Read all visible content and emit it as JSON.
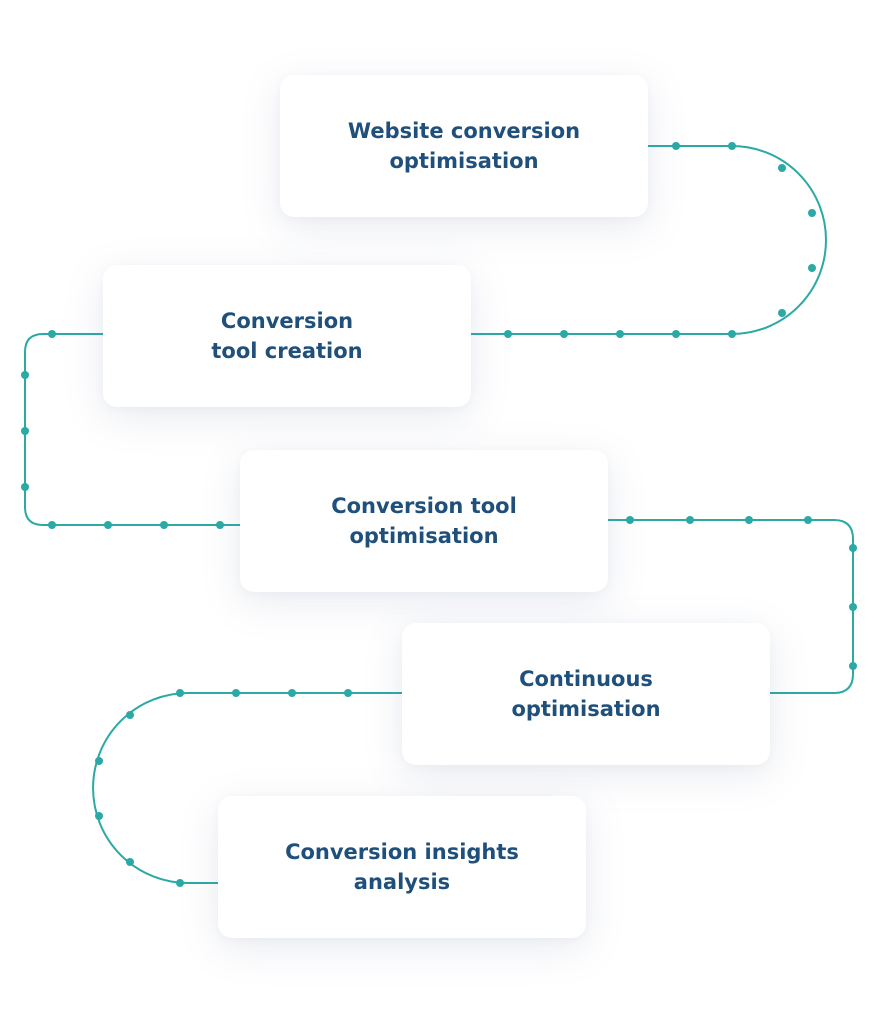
{
  "colors": {
    "connector": "#2aa9a5",
    "card_text": "#1f4f7b",
    "card_background": "#ffffff"
  },
  "steps": [
    {
      "label": "Website conversion\noptimisation"
    },
    {
      "label": "Conversion\ntool creation"
    },
    {
      "label": "Conversion tool\noptimisation"
    },
    {
      "label": "Continuous\noptimisation"
    },
    {
      "label": "Conversion insights\nanalysis"
    }
  ]
}
